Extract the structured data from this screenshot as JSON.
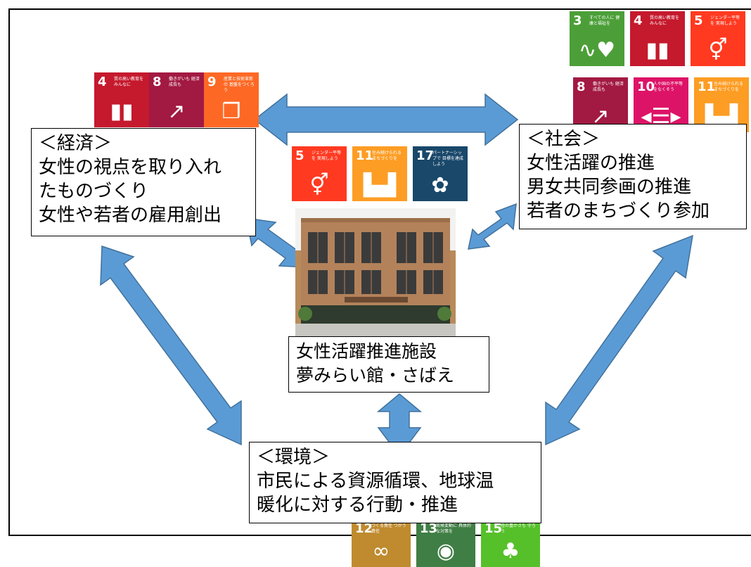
{
  "economy": {
    "heading": "＜経済＞",
    "lines": [
      "女性の視点を取り入れ",
      "たものづくり",
      "女性や若者の雇用創出"
    ]
  },
  "society": {
    "heading": "＜社会＞",
    "lines": [
      "女性活躍の推進",
      "男女共同参画の推進",
      "若者のまちづくり参加"
    ]
  },
  "environment": {
    "heading": "＜環境＞",
    "lines": [
      "市民による資源循環、地球温",
      "暖化に対する行動・推進"
    ]
  },
  "center": {
    "lines": [
      "女性活躍推進施設",
      "夢みらい館・さばえ"
    ]
  },
  "sdg_icons": {
    "economy": [
      {
        "num": "4",
        "text": "質の高い教育を みんなに",
        "color": "#c5192d",
        "icon": "book-icon"
      },
      {
        "num": "8",
        "text": "働きがいも 経済成長も",
        "color": "#a21942",
        "icon": "growth-chart-icon"
      },
      {
        "num": "9",
        "text": "産業と技術革新の 基盤をつくろう",
        "color": "#fd6925",
        "icon": "cubes-icon"
      }
    ],
    "society_top": [
      {
        "num": "3",
        "text": "すべての人に 健康と福祉を",
        "color": "#4c9f38",
        "icon": "heartbeat-icon"
      },
      {
        "num": "4",
        "text": "質の高い教育を みんなに",
        "color": "#c5192d",
        "icon": "book-icon"
      },
      {
        "num": "5",
        "text": "ジェンダー平等を 実現しよう",
        "color": "#ff3a21",
        "icon": "gender-equality-icon"
      }
    ],
    "society_bottom": [
      {
        "num": "8",
        "text": "働きがいも 経済成長も",
        "color": "#a21942",
        "icon": "growth-chart-icon"
      },
      {
        "num": "10",
        "text": "人や国の不平等 をなくそう",
        "color": "#dd1367",
        "icon": "equality-arrows-icon"
      },
      {
        "num": "11",
        "text": "住み続けられる まちづくりを",
        "color": "#fd9d24",
        "icon": "city-icon"
      }
    ],
    "center": [
      {
        "num": "5",
        "text": "ジェンダー平等を 実現しよう",
        "color": "#ff3a21",
        "icon": "gender-equality-icon"
      },
      {
        "num": "11",
        "text": "住み続けられる まちづくりを",
        "color": "#fd9d24",
        "icon": "city-icon"
      },
      {
        "num": "17",
        "text": "パートナーシップで 目標を達成しよう",
        "color": "#19486a",
        "icon": "partnership-rings-icon"
      }
    ],
    "environment": [
      {
        "num": "12",
        "text": "つくる責任 つかう責任",
        "color": "#bf8b2e",
        "icon": "infinity-icon"
      },
      {
        "num": "13",
        "text": "気候変動に 具体的な対策を",
        "color": "#3f7e44",
        "icon": "eye-globe-icon"
      },
      {
        "num": "15",
        "text": "陸の豊かさも 守ろう",
        "color": "#56c02b",
        "icon": "tree-icon"
      }
    ]
  }
}
